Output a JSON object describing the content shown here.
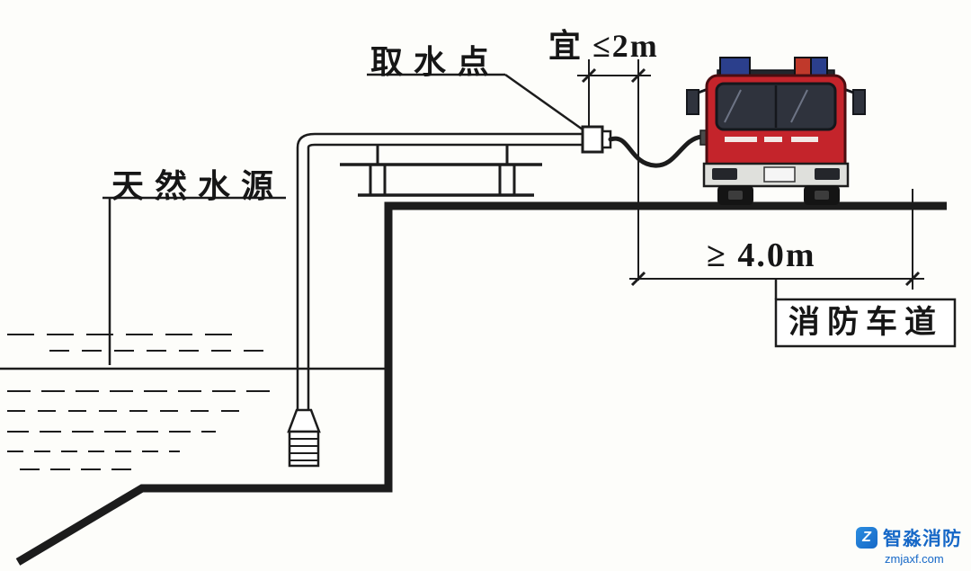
{
  "labels": {
    "intake_point": "取水点",
    "natural_water_source": "天然水源",
    "fire_lane": "消防车道"
  },
  "dimensions": {
    "intake_to_truck": "宜 ≤2m",
    "fire_lane_width": "≥ 4.0m"
  },
  "colors": {
    "line": "#1c1c1c",
    "truck-red": "#c4242b",
    "truck-dark": "#2f333d",
    "watermark-blue": "#1668c7"
  },
  "watermark": {
    "brand": "智淼消防",
    "url": "zmjaxf.com"
  }
}
